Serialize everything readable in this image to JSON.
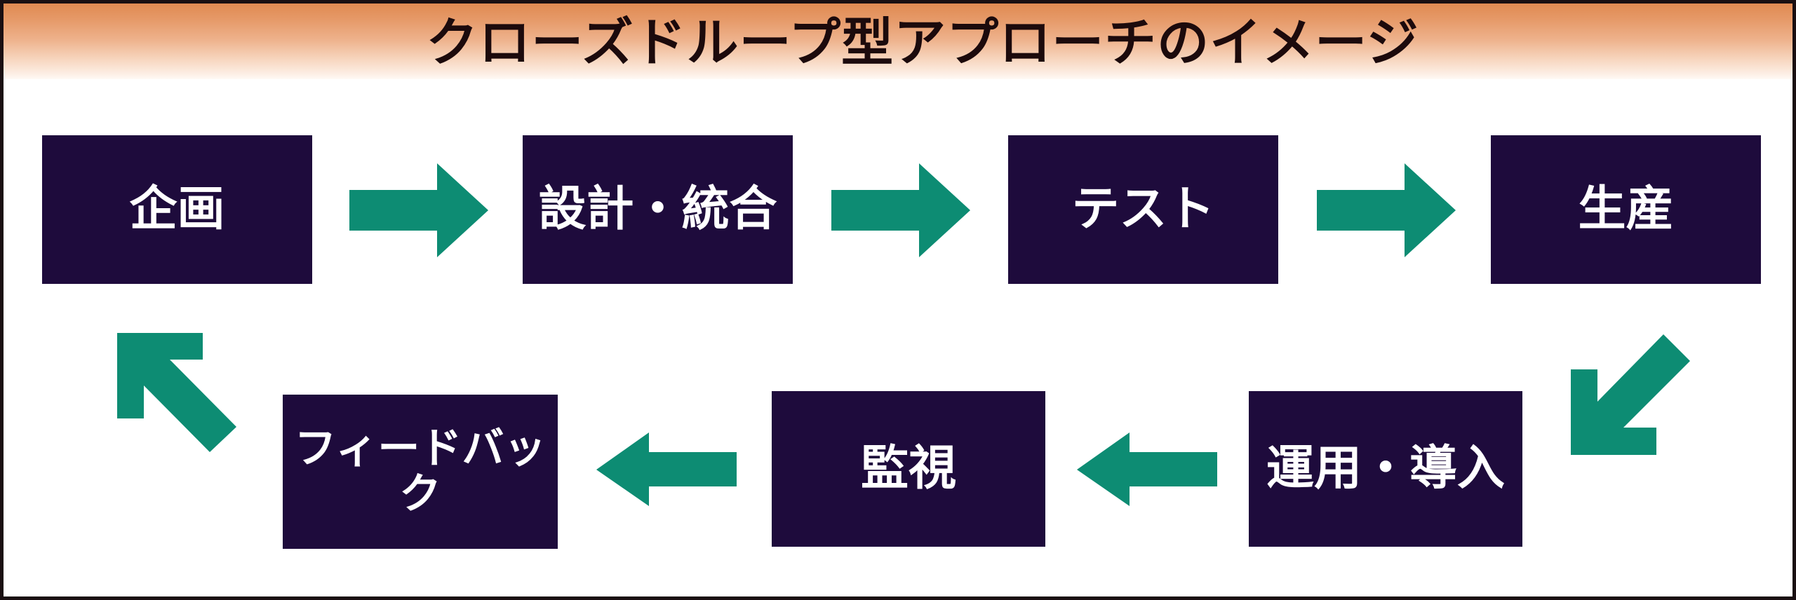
{
  "header": {
    "title": "クローズドループ型アプローチのイメージ",
    "gradient_top": "#E08A52",
    "gradient_bottom": "#FDF0E7",
    "title_color": "#1C0A0C"
  },
  "theme": {
    "box_fill": "#1E0B3C",
    "box_text": "#FFFFFF",
    "arrow_fill": "#0D8C73",
    "page_background": "#FFFFFF",
    "border_color": "#1A0F12"
  },
  "diagram": {
    "type": "closed-loop-process-flow",
    "top_row": [
      {
        "label": "企画"
      },
      {
        "label": "設計・統合"
      },
      {
        "label": "テスト"
      },
      {
        "label": "生産"
      }
    ],
    "bottom_row": [
      {
        "label": "運用・導入"
      },
      {
        "label": "監視"
      },
      {
        "label": "フィードバック"
      }
    ],
    "arrows": [
      {
        "name": "arrow-kikaku-to-sekkei",
        "direction": "right"
      },
      {
        "name": "arrow-sekkei-to-test",
        "direction": "right"
      },
      {
        "name": "arrow-test-to-seisan",
        "direction": "right"
      },
      {
        "name": "arrow-seisan-to-unyou",
        "direction": "down-left"
      },
      {
        "name": "arrow-unyou-to-kanshi",
        "direction": "left"
      },
      {
        "name": "arrow-kanshi-to-feedback",
        "direction": "left"
      },
      {
        "name": "arrow-feedback-to-kikaku",
        "direction": "up-left"
      }
    ]
  }
}
